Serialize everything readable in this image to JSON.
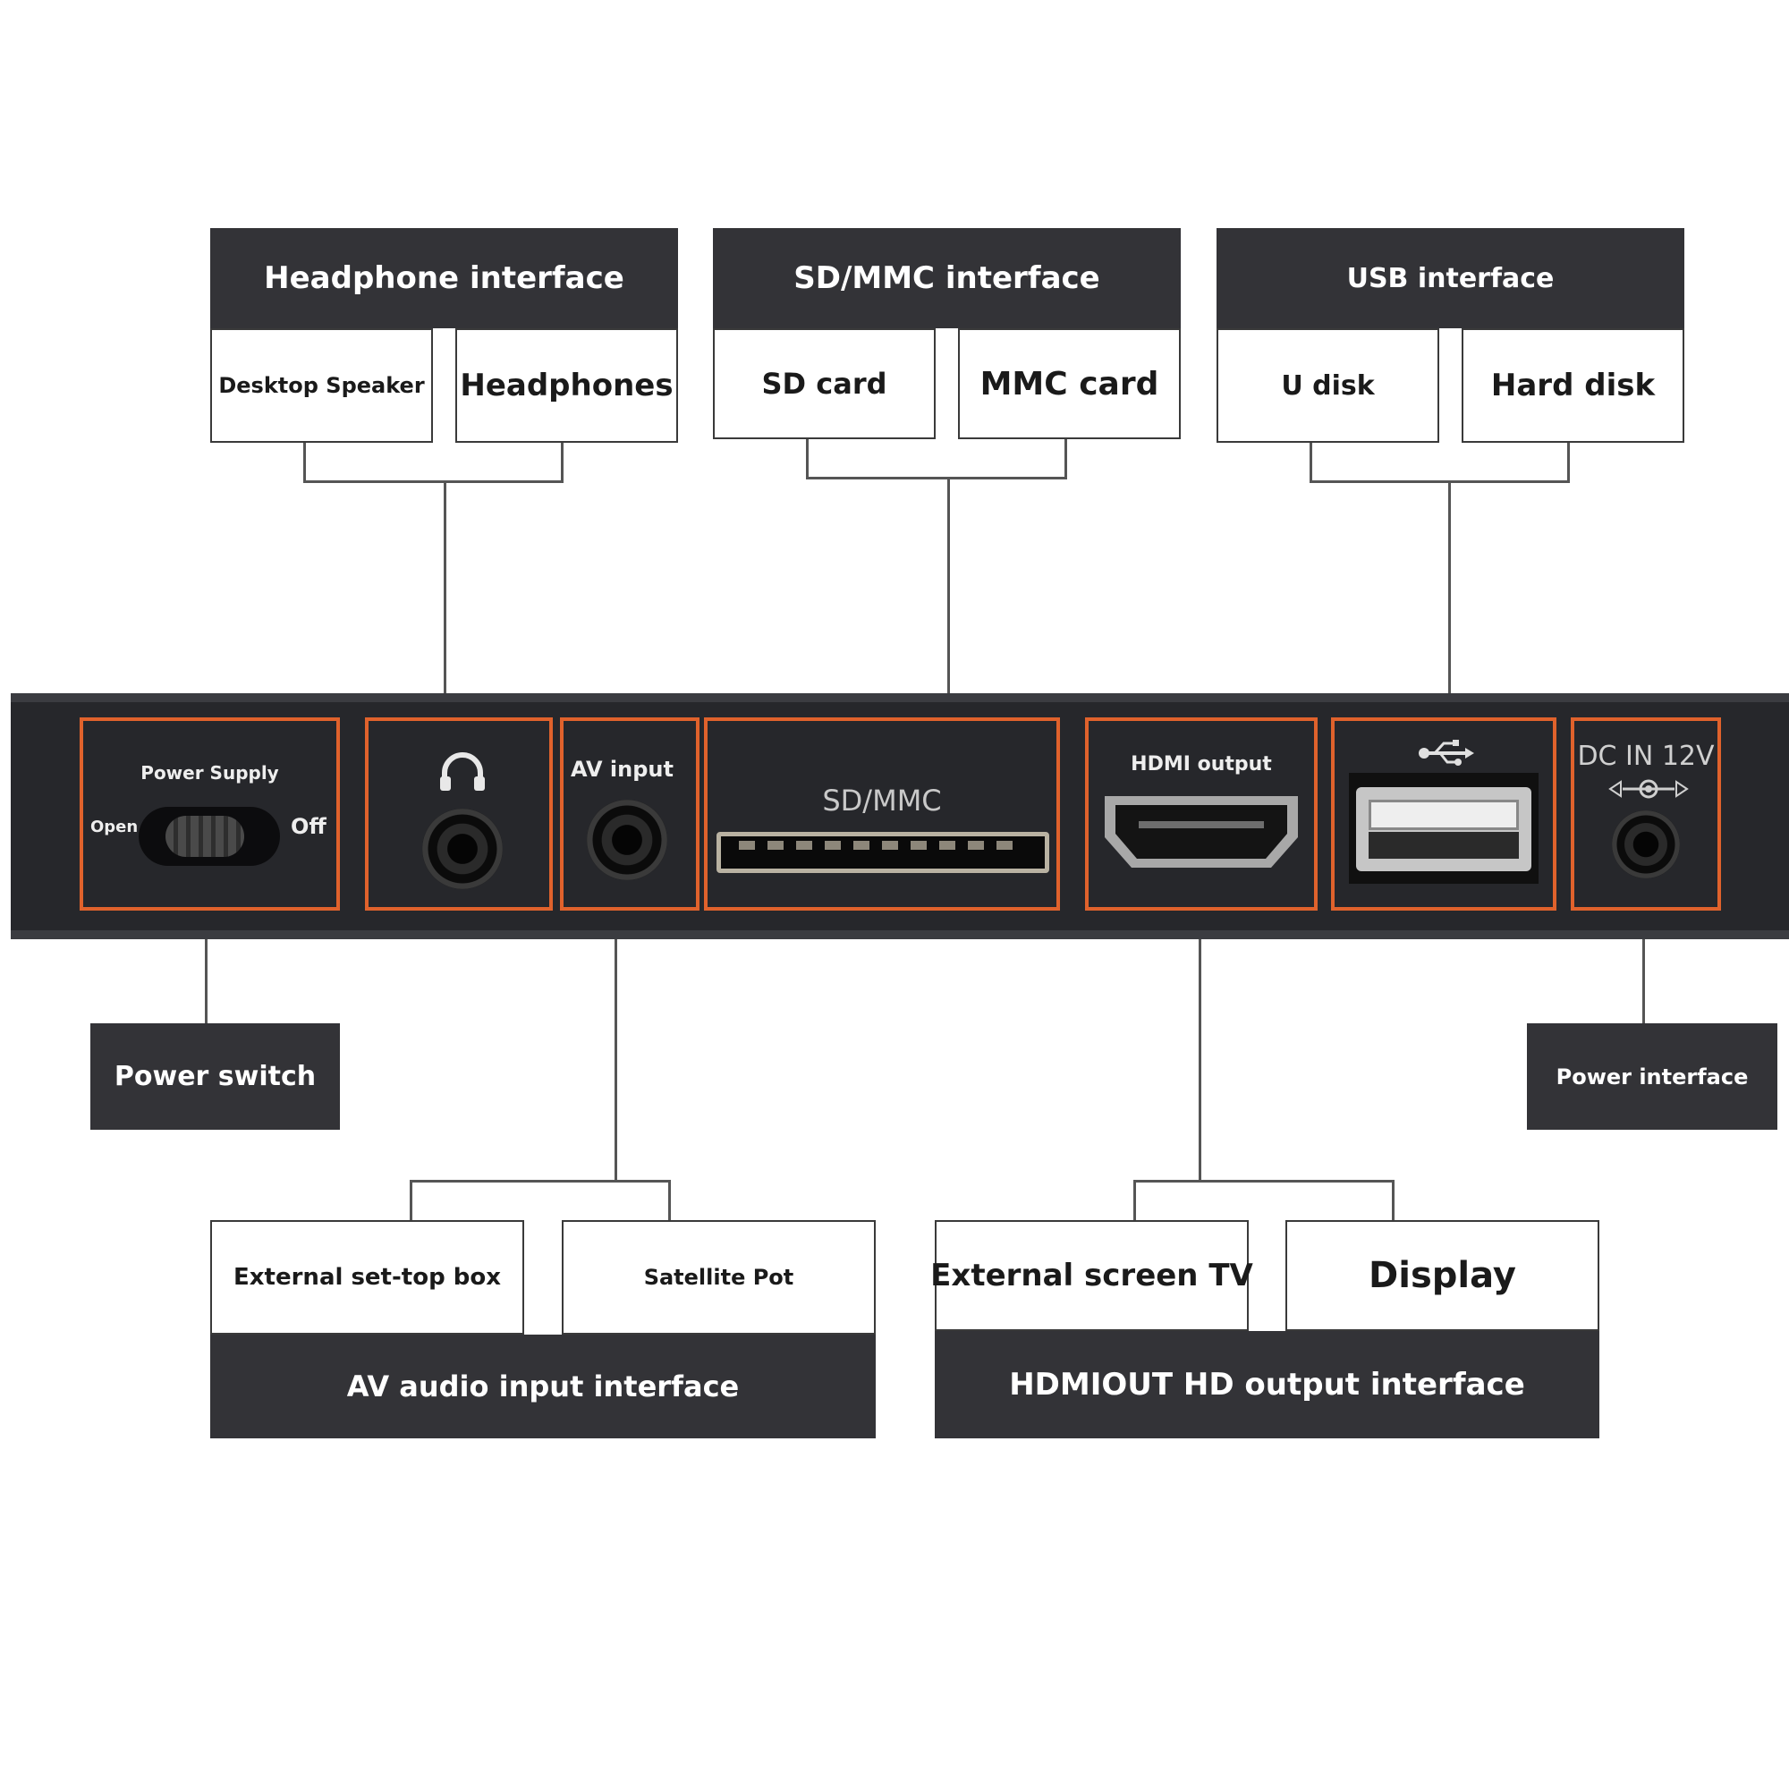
{
  "top_groups": [
    {
      "title": "Headphone interface",
      "items": [
        "Desktop Speaker",
        "Headphones"
      ]
    },
    {
      "title": "SD/MMC interface",
      "items": [
        "SD card",
        "MMC card"
      ]
    },
    {
      "title": "USB interface",
      "items": [
        "U disk",
        "Hard disk"
      ]
    }
  ],
  "bottom_groups": [
    {
      "title": "AV audio input interface",
      "items": [
        "External set-top box",
        "Satellite Pot"
      ]
    },
    {
      "title": "HDMIOUT HD output interface",
      "items": [
        "External screen TV",
        "Display"
      ]
    }
  ],
  "side_labels": {
    "power_switch": "Power switch",
    "power_interface": "Power interface"
  },
  "panel": {
    "power_supply": "Power Supply",
    "open": "Open",
    "off": "Off",
    "av_input": "AV input",
    "sdmmc": "SD/MMC",
    "hdmi_output": "HDMI output",
    "dc_in": "DC IN 12V"
  },
  "colors": {
    "header_bg": "#333337",
    "port_outline": "#e0622c",
    "panel_bg": "#26272b"
  }
}
